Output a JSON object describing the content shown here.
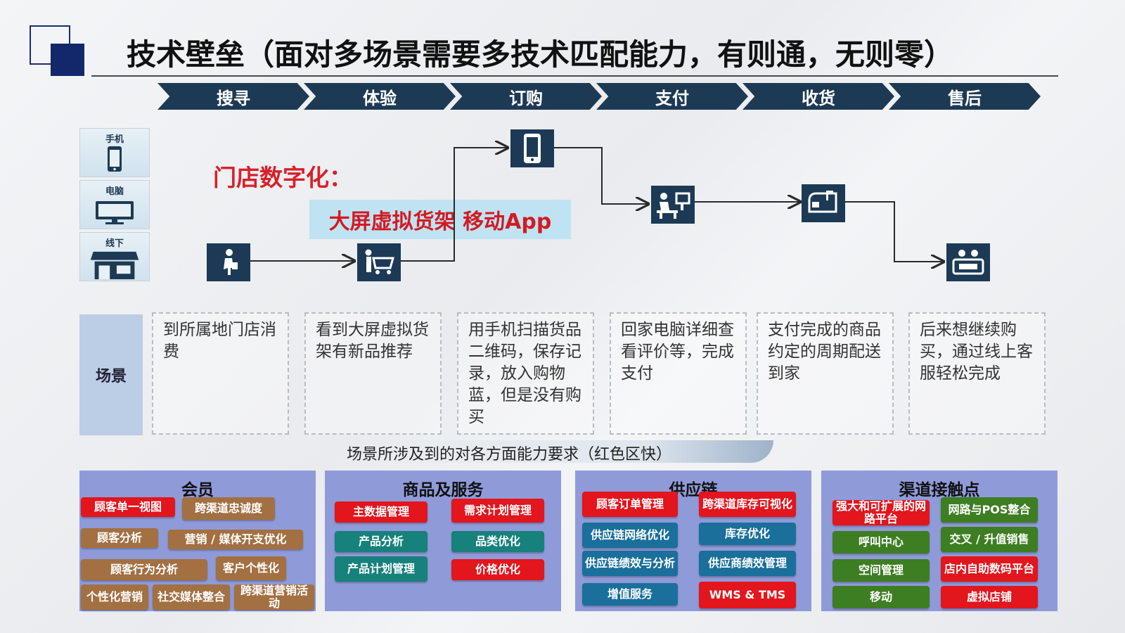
{
  "header": {
    "title": "技术壁垒（面对多场景需要多技术匹配能力，有则通，无则零）"
  },
  "stages": [
    "搜寻",
    "体验",
    "订购",
    "支付",
    "收货",
    "售后"
  ],
  "channels": {
    "mobile": "手机",
    "pc": "电脑",
    "offline": "线下"
  },
  "store_digital_label": "门店数字化：",
  "highlight_label": "大屏虚拟货架 移动App",
  "journey_icons": [
    "walking-person-icon",
    "shopping-cart-icon",
    "smartphone-icon",
    "desk-computer-icon",
    "mailbox-icon",
    "service-icon"
  ],
  "scene": {
    "heading": "场景",
    "items": [
      "到所属地门店消费",
      "看到大屏虚拟货架有新品推荐",
      "用手机扫描货品二维码，保存记录，放入购物蓝，但是没有购买",
      "回家电脑详细查看评价等，完成支付",
      "支付完成的商品约定的周期配送到家",
      "后来想继续购买，通过线上客服轻松完成"
    ]
  },
  "requirement_caption": "场景所涉及到的对各方面能力要求（红色区快）",
  "panels": {
    "member": {
      "title": "会员",
      "items": [
        "顾客单一视图",
        "跨渠道忠诚度",
        "顾客分析",
        "营销 / 媒体开支优化",
        "顾客行为分析",
        "客户个性化",
        "个性化营销",
        "社交媒体整合",
        "跨渠道营销活动"
      ]
    },
    "product": {
      "title": "商品及服务",
      "items": [
        "主数据管理",
        "需求计划管理",
        "产品分析",
        "品类优化",
        "产品计划管理",
        "价格优化"
      ]
    },
    "supply": {
      "title": "供应链",
      "items": [
        "顾客订单管理",
        "跨渠道库存可视化",
        "供应链网络优化",
        "库存优化",
        "供应链绩效与分析",
        "供应商绩效管理",
        "增值服务",
        "WMS & TMS"
      ]
    },
    "channel": {
      "title": "渠道接触点",
      "items": [
        "强大和可扩展的网路平台",
        "网路与POS整合",
        "呼叫中心",
        "交叉 / 升值销售",
        "空间管理",
        "店内自助数码平台",
        "移动",
        "虚拟店铺"
      ]
    }
  },
  "colors": {
    "navy": "#1d3a55",
    "red": "#e3151d",
    "brown": "#a37042",
    "teal": "#17817c",
    "blue": "#1a6f9b",
    "green": "#3d7e22",
    "panel": "#8f9bd9"
  }
}
